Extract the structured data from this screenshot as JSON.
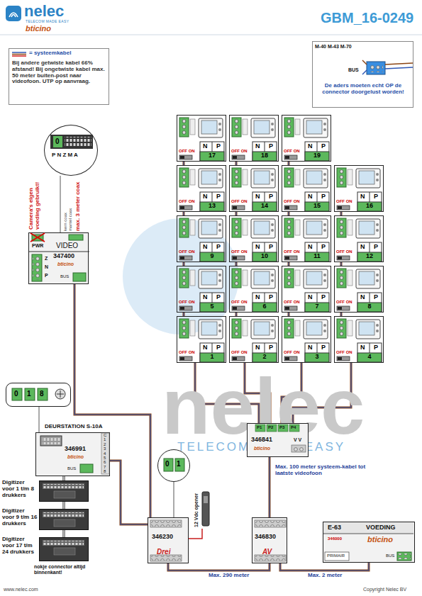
{
  "diagram": {
    "title": "GBM_16-0249",
    "nodes": [
      {
        "text": [
          "Bij andere getwiste kabel 66% afstand! Bij ongetwiste kabel max. 50 meter buiten-post naar videofoon. UTP op aanvraag."
        ]
      },
      {
        "text": [
          "M-40 M-43 M-70",
          "BUS",
          "De aders moeten echt OP de connector doorgelust worden!"
        ]
      },
      {
        "text": [
          "OFF ON",
          "N",
          "P",
          "17"
        ]
      },
      {
        "text": [
          "OFF ON",
          "N",
          "P",
          "18"
        ]
      },
      {
        "text": [
          "OFF ON",
          "N",
          "P",
          "19"
        ]
      },
      {
        "text": [
          "OFF ON",
          "N",
          "P",
          "13"
        ]
      },
      {
        "text": [
          "OFF ON",
          "N",
          "P",
          "14"
        ]
      },
      {
        "text": [
          "OFF ON",
          "N",
          "P",
          "15"
        ]
      },
      {
        "text": [
          "OFF ON",
          "N",
          "P",
          "16"
        ]
      },
      {
        "text": [
          "OFF ON",
          "N",
          "P",
          "9"
        ]
      },
      {
        "text": [
          "OFF ON",
          "N",
          "P",
          "10"
        ]
      },
      {
        "text": [
          "OFF ON",
          "N",
          "P",
          "11"
        ]
      },
      {
        "text": [
          "OFF ON",
          "N",
          "P",
          "12"
        ]
      },
      {
        "text": [
          "OFF ON",
          "N",
          "P",
          "5"
        ]
      },
      {
        "text": [
          "OFF ON",
          "N",
          "P",
          "6"
        ]
      },
      {
        "text": [
          "OFF ON",
          "N",
          "P",
          "7"
        ]
      },
      {
        "text": [
          "OFF ON",
          "N",
          "P",
          "8"
        ]
      },
      {
        "text": [
          "OFF ON",
          "N",
          "P",
          "1"
        ]
      },
      {
        "text": [
          "OFF ON",
          "N",
          "P",
          "2"
        ]
      },
      {
        "text": [
          "OFF ON",
          "N",
          "P",
          "3"
        ]
      },
      {
        "text": [
          "OFF ON",
          "N",
          "P",
          "4"
        ]
      },
      {
        "text": [
          "0",
          "P N Z M A"
        ]
      },
      {
        "text": [
          "PWR",
          "VIDEO",
          "347400",
          "bticino",
          "Z",
          "N",
          "P",
          "BUS"
        ]
      },
      {
        "text": [
          "0",
          "1",
          "8"
        ]
      },
      {
        "text": [
          "DEURSTATION S-10A",
          "346991",
          "bticino",
          "BUS",
          "C",
          "1",
          "2",
          "3",
          "4",
          "5",
          "6",
          "7",
          "8"
        ]
      },
      {
        "text": [
          "Digitizer voor 1 t/m 8 drukkers"
        ]
      },
      {
        "text": [
          "Digitizer voor 9 t/m 16 drukkers"
        ]
      },
      {
        "text": [
          "Digitizer voor 17 t/m 24 drukkers"
        ]
      },
      {
        "text": [
          "0",
          "1"
        ]
      },
      {
        "text": [
          "346230",
          "Drei"
        ]
      },
      {
        "text": [
          "12 Vdc opener"
        ]
      },
      {
        "text": [
          "P1",
          "P2",
          "P3",
          "P4",
          "346841",
          "bticino",
          "V V"
        ]
      },
      {
        "text": [
          "346830",
          "AV"
        ]
      },
      {
        "text": [
          "E-63",
          "VOEDING",
          "346000",
          "bticino",
          "PRIMAIR",
          "BUS"
        ]
      }
    ],
    "edges": [
      {
        "from": 21,
        "to": 22,
        "arrow": "none"
      },
      {
        "from": 22,
        "to": 29,
        "arrow": "none"
      },
      {
        "from": 23,
        "to": 24,
        "arrow": "none"
      },
      {
        "from": 24,
        "to": 25,
        "arrow": "none"
      },
      {
        "from": 25,
        "to": 26,
        "arrow": "none"
      },
      {
        "from": 26,
        "to": 27,
        "arrow": "none"
      },
      {
        "from": 24,
        "to": 29,
        "arrow": "none"
      },
      {
        "from": 28,
        "to": 29,
        "arrow": "none"
      },
      {
        "from": 29,
        "to": 30,
        "arrow": "none"
      },
      {
        "from": 29,
        "to": 32,
        "label": "Max. 290 meter",
        "arrow": "none"
      },
      {
        "from": 32,
        "to": 33,
        "label": "Max. 2 meter",
        "arrow": "none"
      },
      {
        "from": 32,
        "to": 31,
        "arrow": "none"
      },
      {
        "from": 31,
        "to": 17,
        "arrow": "none"
      },
      {
        "from": 31,
        "to": 18,
        "arrow": "none"
      },
      {
        "from": 31,
        "to": 19,
        "arrow": "none"
      },
      {
        "from": 31,
        "to": 20,
        "arrow": "none"
      },
      {
        "from": 17,
        "to": 13,
        "arrow": "none"
      },
      {
        "from": 13,
        "to": 9,
        "arrow": "none"
      },
      {
        "from": 9,
        "to": 5,
        "arrow": "none"
      },
      {
        "from": 5,
        "to": 2,
        "arrow": "none"
      },
      {
        "from": 18,
        "to": 14,
        "arrow": "none"
      },
      {
        "from": 14,
        "to": 10,
        "arrow": "none"
      },
      {
        "from": 10,
        "to": 6,
        "arrow": "none"
      },
      {
        "from": 6,
        "to": 3,
        "arrow": "none"
      },
      {
        "from": 19,
        "to": 15,
        "arrow": "none"
      },
      {
        "from": 15,
        "to": 11,
        "arrow": "none"
      },
      {
        "from": 11,
        "to": 7,
        "arrow": "none"
      },
      {
        "from": 7,
        "to": 4,
        "arrow": "none"
      },
      {
        "from": 20,
        "to": 16,
        "arrow": "none"
      },
      {
        "from": 16,
        "to": 12,
        "arrow": "none"
      },
      {
        "from": 12,
        "to": 8,
        "arrow": "none"
      }
    ],
    "labels": [
      "nelec",
      "TELECOM MADE EASY",
      "bticino",
      "Camera's eigen voeding gebruikt!",
      "max. 3 meter coax",
      "kern coax",
      "mantel coax",
      "Max. 100 meter systeem-kabel tot laatste videofoon",
      "nokje connector altijd binnenkant!",
      "nelec",
      "TELECOM MADE EASY",
      "www.nelec.com",
      "Copyright Nelec BV"
    ],
    "legend": [
      {
        "text": "= systeemkabel"
      }
    ]
  }
}
